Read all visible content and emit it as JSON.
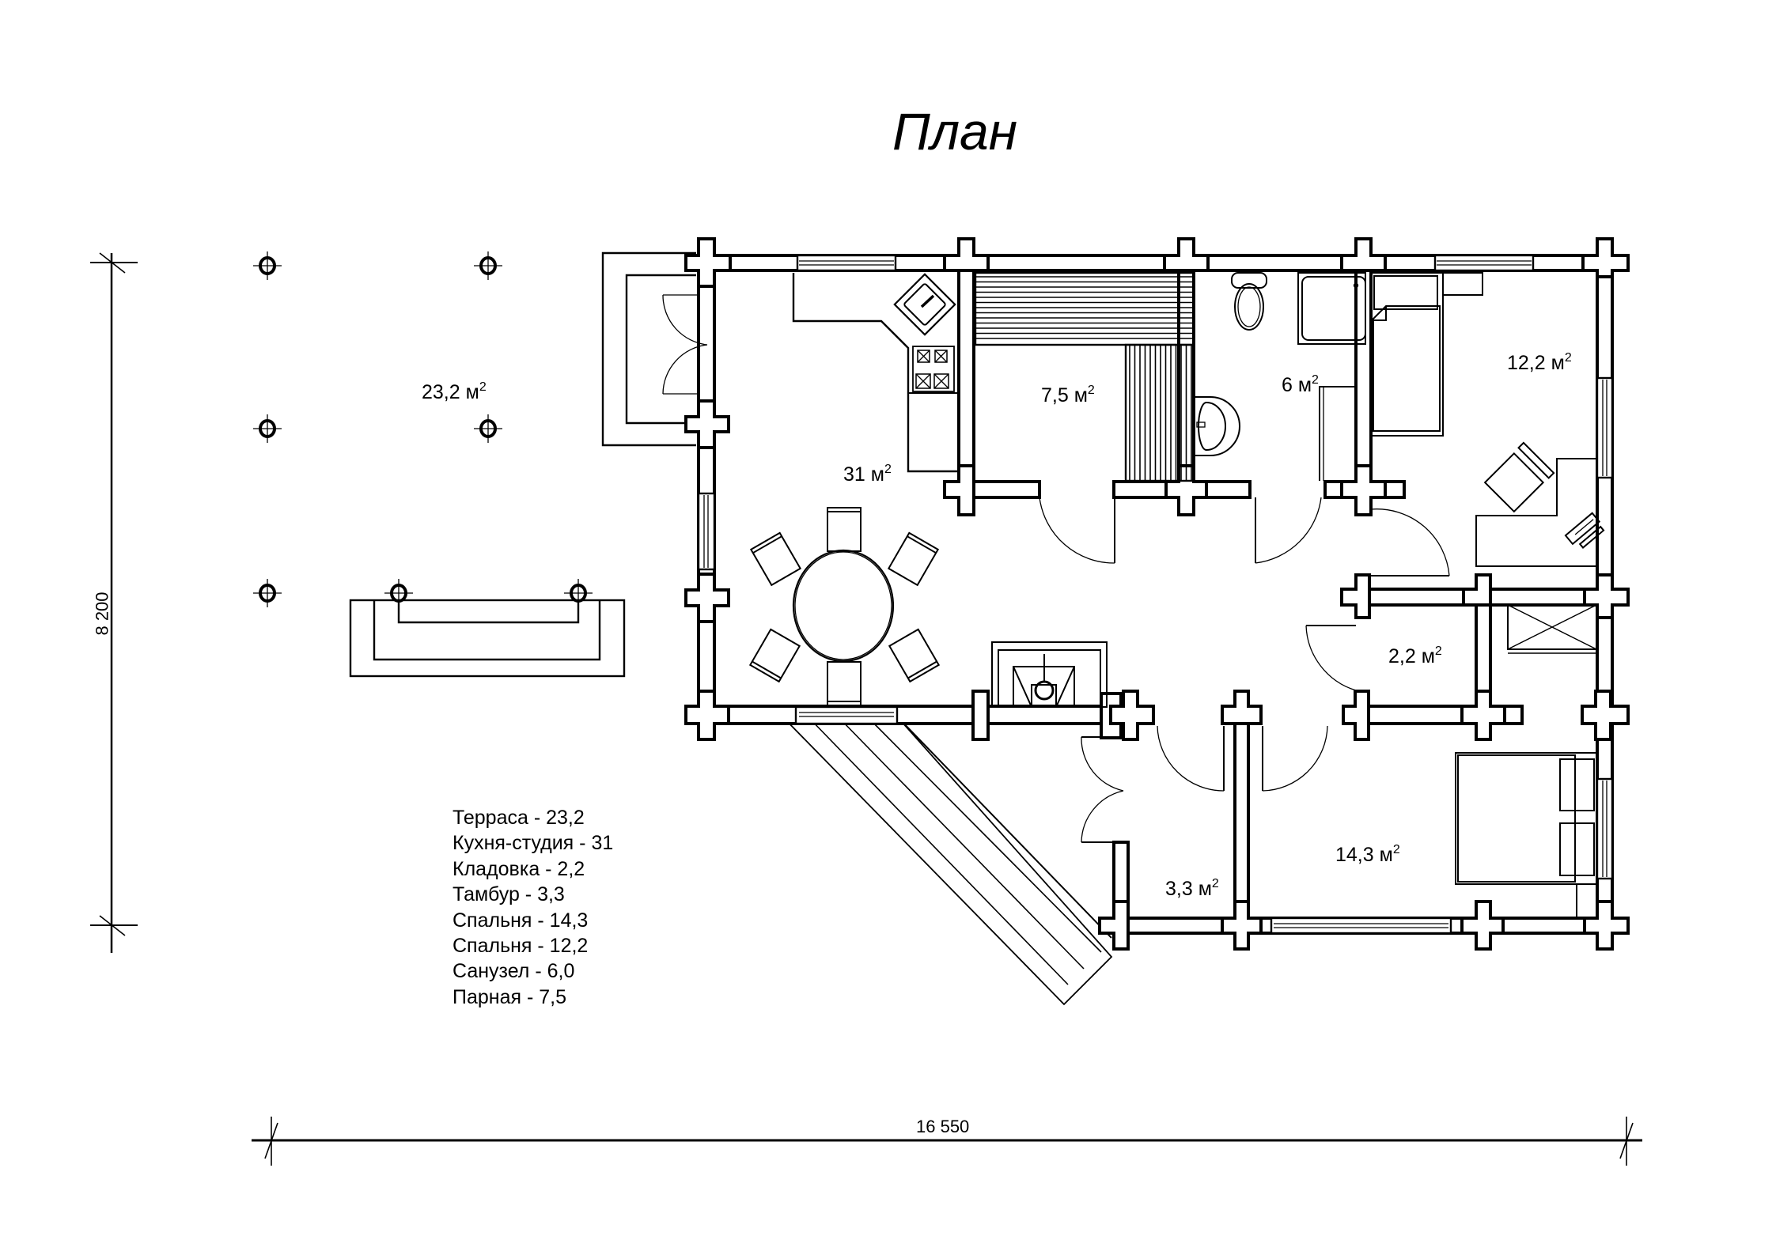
{
  "drawing": {
    "title": "План",
    "area_unit": "м",
    "area_unit_power": "2"
  },
  "rooms": [
    {
      "key": "terrace",
      "area_label": "23,2"
    },
    {
      "key": "kitchen_studio",
      "area_label": "31"
    },
    {
      "key": "steam_room",
      "area_label": "7,5"
    },
    {
      "key": "bathroom",
      "area_label": "6"
    },
    {
      "key": "bedroom_small",
      "area_label": "12,2"
    },
    {
      "key": "pantry",
      "area_label": "2,2"
    },
    {
      "key": "vestibule",
      "area_label": "3,3"
    },
    {
      "key": "bedroom_large",
      "area_label": "14,3"
    }
  ],
  "legend": [
    "Терраса - 23,2",
    "Кухня-студия - 31",
    "Кладовка - 2,2",
    "Тамбур - 3,3",
    "Спальня - 14,3",
    "Спальня - 12,2",
    "Санузел - 6,0",
    "Парная - 7,5"
  ],
  "dimensions": {
    "height": "8 200",
    "width": "16 550"
  },
  "colors": {
    "line": "#000000",
    "background": "#ffffff"
  }
}
